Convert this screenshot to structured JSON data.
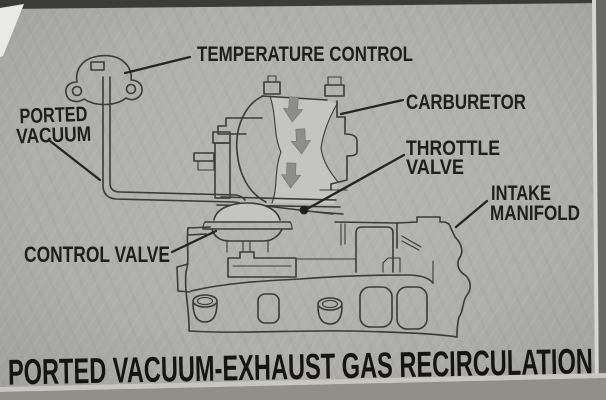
{
  "photo": {
    "title": "PORTED VACUUM-EXHAUST GAS RECIRCULATION"
  },
  "labels": {
    "temperature_control": "TEMPERATURE CONTROL",
    "ported_vacuum": {
      "line1": "PORTED",
      "line2": "VACUUM"
    },
    "carburetor": "CARBURETOR",
    "throttle_valve": {
      "line1": "THROTTLE",
      "line2": "VALVE"
    },
    "intake_manifold": {
      "line1": "INTAKE",
      "line2": "MANIFOLD"
    },
    "control_valve": "CONTROL VALVE"
  },
  "diagram": {
    "flow_arrow_glyph": "down-arrow",
    "flow_arrows_count": 3
  },
  "colors": {
    "page_gray": "#adadab",
    "page_light": "#b6b6b4",
    "page_dark_edge": "#9e9e9c",
    "line_dark": "#3a3a38",
    "leader_dark": "#242422",
    "label_text": "#1e1e1d",
    "title_text": "#141413",
    "arrow_gray": "#8d8d89",
    "venturi_light": "#c4c4c0",
    "photo_top_dark": "#3b3b39",
    "photo_right_dark": "#686866",
    "photo_white_sliver": "#e9e9e5",
    "bottom_light_line": "#c8c6c1",
    "bottom_strip": "#918f8a"
  }
}
